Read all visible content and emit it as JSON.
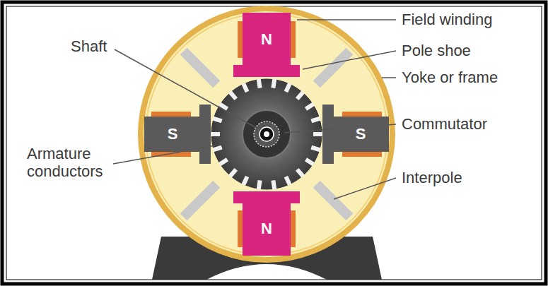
{
  "diagram": {
    "nodes": [
      {
        "text": [
          "N"
        ]
      },
      {
        "text": [
          "S"
        ]
      },
      {
        "text": [
          "S"
        ]
      },
      {
        "text": [
          "N"
        ]
      }
    ],
    "labels": [
      "Field winding",
      "Shaft",
      "Pole shoe",
      "Yoke or frame",
      "Commutator",
      "Armature conductors",
      "Interpole"
    ]
  }
}
